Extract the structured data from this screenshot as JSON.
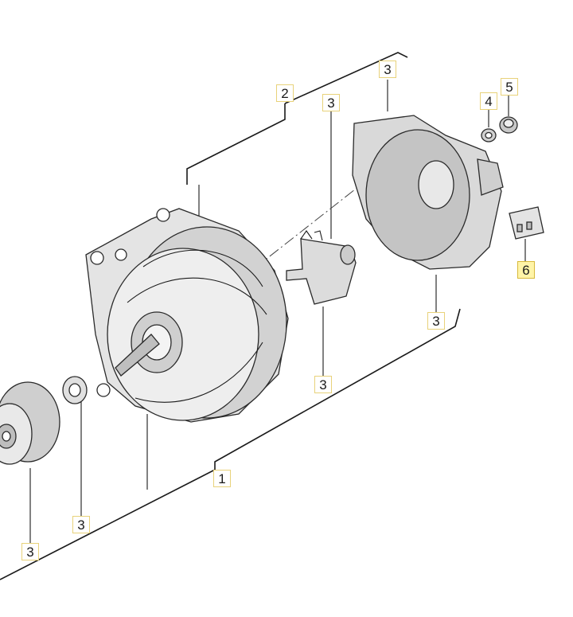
{
  "diagram": {
    "callouts": [
      {
        "id": "c1",
        "label": "1"
      },
      {
        "id": "c2",
        "label": "2"
      },
      {
        "id": "c3a",
        "label": "3"
      },
      {
        "id": "c3b",
        "label": "3"
      },
      {
        "id": "c3c",
        "label": "3"
      },
      {
        "id": "c3d",
        "label": "3"
      },
      {
        "id": "c3e",
        "label": "3"
      },
      {
        "id": "c3f",
        "label": "3"
      },
      {
        "id": "c4",
        "label": "4"
      },
      {
        "id": "c5",
        "label": "5"
      },
      {
        "id": "c6",
        "label": "6",
        "highlighted": true
      }
    ],
    "highlight_color": "#fff4a8",
    "parts": [
      "alternator-body",
      "belt-pulley",
      "washer",
      "voltage-regulator",
      "rear-cover",
      "nut-4",
      "nut-5",
      "connector-6"
    ]
  }
}
